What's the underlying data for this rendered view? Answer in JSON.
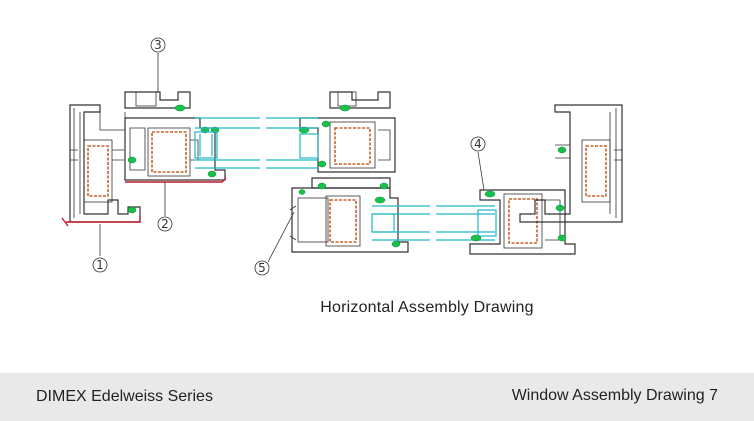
{
  "diagram": {
    "caption": "Horizontal Assembly Drawing",
    "callouts": [
      {
        "id": "1",
        "label": "①"
      },
      {
        "id": "2",
        "label": "②"
      },
      {
        "id": "3",
        "label": "③"
      },
      {
        "id": "4",
        "label": "④"
      },
      {
        "id": "5",
        "label": "⑤"
      }
    ]
  },
  "footer": {
    "series": "DIMEX Edelweiss Series",
    "page_title": "Window Assembly Drawing 7"
  },
  "colors": {
    "profile": "#333333",
    "glass": "#22b8c8",
    "reinforcement": "#c8622a",
    "gasket": "#16c24a",
    "trim": "#c0182c",
    "footer_bg": "#e9e9e9"
  }
}
